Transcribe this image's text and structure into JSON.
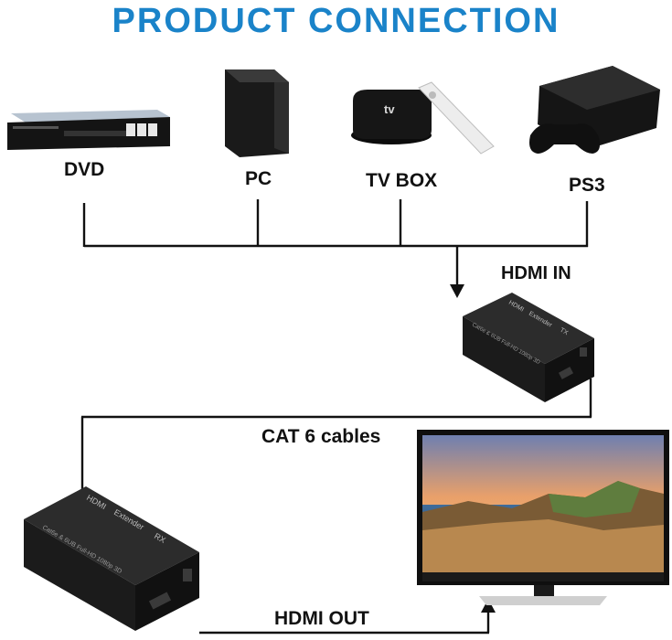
{
  "title": "PRODUCT CONNECTION",
  "colors": {
    "title": "#1a83c9",
    "line": "#111111",
    "device": "#1b1b1b",
    "device_top": "#2c2c2c"
  },
  "sources": [
    {
      "label": "DVD"
    },
    {
      "label": "PC"
    },
    {
      "label": "TV BOX"
    },
    {
      "label": "PS3"
    }
  ],
  "device_text": {
    "apple_tv": "tv"
  },
  "transmitter": {
    "label": "HDMI IN",
    "print_brand": "HDMI",
    "print_name": "Extender",
    "print_mode": "TX",
    "print_spec": "Cat6e & 6UB   Full-HD 1080p 3D"
  },
  "cable": {
    "label": "CAT 6 cables"
  },
  "receiver": {
    "label": "HDMI OUT",
    "print_brand": "HDMI",
    "print_name": "Extender",
    "print_mode": "RX",
    "print_spec": "Cat6e & 6UB   Full-HD 1080p 3D"
  }
}
